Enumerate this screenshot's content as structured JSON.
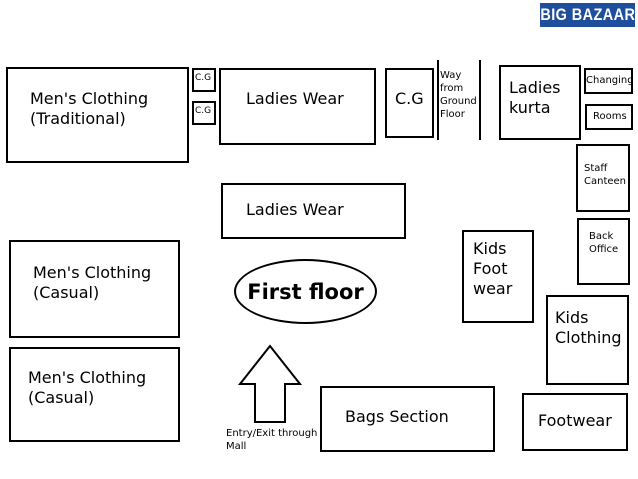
{
  "brand": {
    "logo_text": "BIG BAZAAR",
    "logo_color": "#1f4e9c"
  },
  "floor_title": "First floor",
  "sections": {
    "mens_traditional": "Men's Clothing\n(Traditional)",
    "cg_small_1": "C.G",
    "cg_small_2": "C.G",
    "ladies_wear_top": "Ladies Wear",
    "cg_large": "C.G",
    "way_from_ground": "Way\nfrom\nGround\nFloor",
    "ladies_kurta": "Ladies\nkurta",
    "changing": "Changing",
    "rooms": "Rooms",
    "staff_canteen": "Staff\nCanteen",
    "ladies_wear_middle": "Ladies Wear",
    "back_office": "Back\nOffice",
    "mens_casual_1": "Men's Clothing\n(Casual)",
    "kids_footwear": "Kids\nFoot\nwear",
    "kids_clothing": "Kids\nClothing",
    "mens_casual_2": "Men's Clothing\n(Casual)",
    "bags_section": "Bags Section",
    "footwear": "Footwear"
  },
  "entry_label": "Entry/Exit through\nMall"
}
